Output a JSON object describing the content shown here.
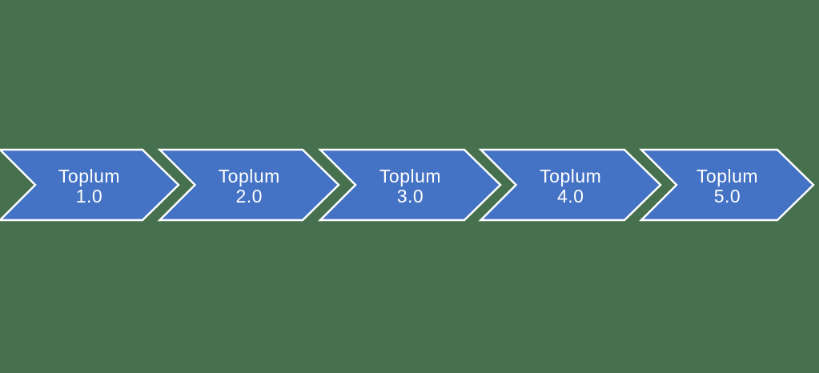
{
  "diagram": {
    "type": "process-chevron-flow",
    "direction": "left-to-right",
    "step_count": 5
  },
  "colors": {
    "background": "#47714E",
    "shape_fill": "#4472C4",
    "shape_stroke": "#FFFFFF",
    "text": "#FFFFFF"
  },
  "chevrons": [
    {
      "line1": "Toplum",
      "line2": "1.0",
      "label": "Toplum 1.0"
    },
    {
      "line1": "Toplum",
      "line2": "2.0",
      "label": "Toplum 2.0"
    },
    {
      "line1": "Toplum",
      "line2": "3.0",
      "label": "Toplum 3.0"
    },
    {
      "line1": "Toplum",
      "line2": "4.0",
      "label": "Toplum 4.0"
    },
    {
      "line1": "Toplum",
      "line2": "5.0",
      "label": "Toplum 5.0"
    }
  ]
}
